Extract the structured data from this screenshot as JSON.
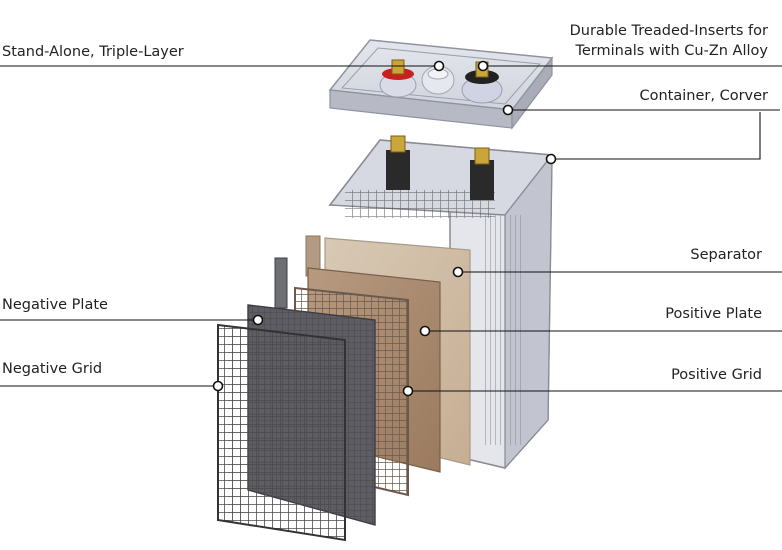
{
  "labels": {
    "stand_alone": "Stand-Alone, Triple-Layer",
    "inserts_line1": "Durable Treaded-Inserts for",
    "inserts_line2": "Terminals with Cu-Zn Alloy",
    "container_cover": "Container, Corver",
    "separator": "Separator",
    "negative_plate": "Negative Plate",
    "positive_plate": "Positive Plate",
    "negative_grid": "Negative Grid",
    "positive_grid": "Positive Grid"
  },
  "colors": {
    "leader_line": "#111111",
    "container_frame": "#8a8a92",
    "separator_tan": "#c8b49a",
    "positive_plate": "#a9856a",
    "negative_plate": "#5a5a60",
    "grid_line": "#555555",
    "terminal_red": "#c8201e",
    "terminal_gold": "#c9a53a"
  }
}
